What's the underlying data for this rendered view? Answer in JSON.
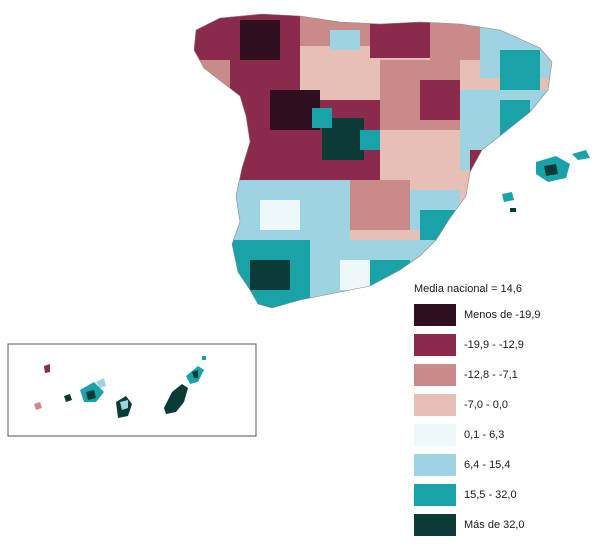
{
  "legend": {
    "title": "Media nacional =  14,6",
    "items": [
      {
        "label": "Menos de -19,9",
        "color": "#2e0f1f"
      },
      {
        "label": "-19,9 - -12,9",
        "color": "#8c2a4e"
      },
      {
        "label": "-12,8 - -7,1",
        "color": "#c98a8a"
      },
      {
        "label": "-7,0 - 0,0",
        "color": "#e6c0b6"
      },
      {
        "label": "0,1 - 6,3",
        "color": "#eef7fa"
      },
      {
        "label": "6,4 - 15,4",
        "color": "#9ed3e1"
      },
      {
        "label": "15,5 - 32,0",
        "color": "#19a3a8"
      },
      {
        "label": "Más de 32,0",
        "color": "#0b3b36"
      }
    ]
  }
}
